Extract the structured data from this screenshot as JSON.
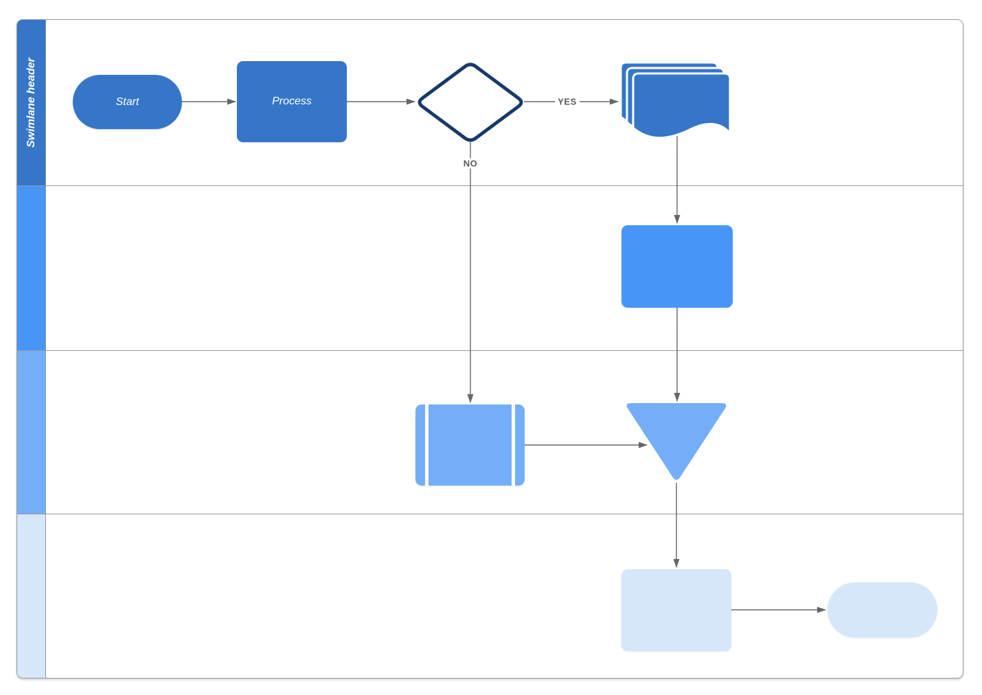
{
  "theme": {
    "dark_blue": "#3576C8",
    "bright_blue": "#4796F7",
    "light_blue": "#75AEF8",
    "pale_blue": "#D6E6FB",
    "navy_outline": "#173A6D",
    "arrow_gray": "#666666",
    "label_gray": "#5A5A5A",
    "grid_line": "#999999"
  },
  "swimlane": {
    "header_label": "Swimlane header",
    "lane_count": 4,
    "lanes": [
      {
        "color": "#3576C8"
      },
      {
        "color": "#4796F7"
      },
      {
        "color": "#75AEF8"
      },
      {
        "color": "#D6E6FB"
      }
    ]
  },
  "shapes": {
    "start": {
      "label": "Start",
      "type": "terminator"
    },
    "process": {
      "label": "Process",
      "type": "process"
    },
    "decision": {
      "type": "decision-diamond"
    },
    "multi_document": {
      "type": "multi-document"
    },
    "step_lane2": {
      "type": "process"
    },
    "predefined_process": {
      "type": "predefined-process"
    },
    "merge": {
      "type": "merge-triangle"
    },
    "step_lane4": {
      "type": "process"
    },
    "end": {
      "type": "terminator"
    }
  },
  "connectors": {
    "yes_label": "YES",
    "no_label": "NO"
  }
}
